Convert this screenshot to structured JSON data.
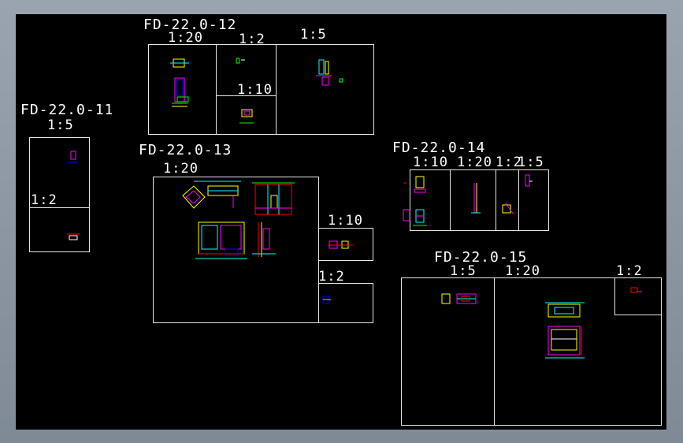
{
  "drawings": [
    {
      "id": "FD-22.0-11",
      "title": "FD-22.0-11",
      "scales": [
        "1:5",
        "1:2"
      ]
    },
    {
      "id": "FD-22.0-12",
      "title": "FD-22.0-12",
      "scales": [
        "1:20",
        "1:2",
        "1:5",
        "1:10"
      ]
    },
    {
      "id": "FD-22.0-13",
      "title": "FD-22.0-13",
      "scales": [
        "1:20",
        "1:10",
        "1:2"
      ]
    },
    {
      "id": "FD-22.0-14",
      "title": "FD-22.0-14",
      "scales": [
        "1:10",
        "1:20",
        "1:2",
        "1:5"
      ]
    },
    {
      "id": "FD-22.0-15",
      "title": "FD-22.0-15",
      "scales": [
        "1:5",
        "1:20",
        "1:2"
      ]
    }
  ],
  "colors": {
    "background": "#000000",
    "sheet_line": "#e6e6e6",
    "text": "#ffffff",
    "detail_colors": [
      "#ffff00",
      "#00ffff",
      "#ff00ff",
      "#00ff00",
      "#ff0000",
      "#0000ff"
    ]
  }
}
